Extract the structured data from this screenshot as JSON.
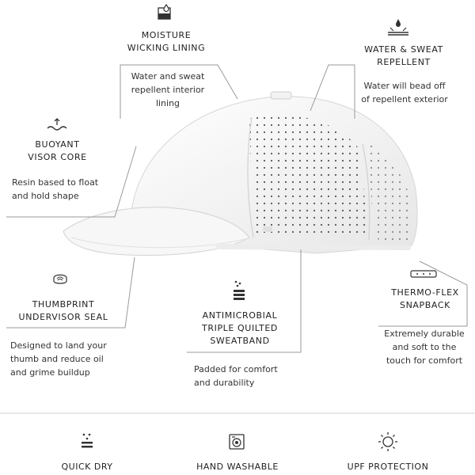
{
  "features": {
    "moisture": {
      "title": "MOISTURE\nWICKING LINING",
      "desc": "Water and sweat\nrepellent interior\nlining",
      "icon": "droplet-box-icon"
    },
    "water": {
      "title": "WATER & SWEAT\nREPELLENT",
      "desc": "Water will bead off\nof repellent exterior",
      "icon": "water-bead-icon"
    },
    "buoyant": {
      "title": "BUOYANT\nVISOR CORE",
      "desc": "Resin based to float\nand hold shape",
      "icon": "float-icon"
    },
    "thumbprint": {
      "title": "THUMBPRINT\nUNDERVISOR SEAL",
      "desc": "Designed to land your\nthumb and reduce oil\nand grime buildup",
      "icon": "thumbprint-icon"
    },
    "antimicrobial": {
      "title": "ANTIMICROBIAL\nTRIPLE QUILTED\nSWEATBAND",
      "desc": "Padded for comfort\nand durability",
      "icon": "quilted-band-icon"
    },
    "thermo": {
      "title": "THERMO-FLEX\nSNAPBACK",
      "desc": "Extremely durable\nand soft to the\ntouch for comfort",
      "icon": "snapback-icon"
    }
  },
  "bottom": [
    {
      "label": "QUICK DRY",
      "icon": "quick-dry-icon"
    },
    {
      "label": "HAND WASHABLE",
      "icon": "hand-wash-icon"
    },
    {
      "label": "UPF PROTECTION",
      "icon": "sun-icon"
    }
  ],
  "colors": {
    "cap": "#f4f4f4",
    "cap_shadow": "#d9d9d9",
    "line": "#9a9a9a",
    "dots": "#3a3a3a"
  }
}
